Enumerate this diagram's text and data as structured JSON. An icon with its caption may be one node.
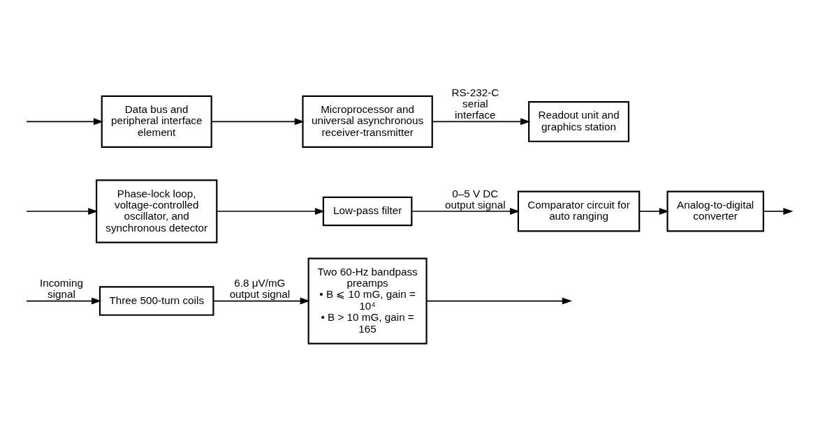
{
  "diagram": {
    "nodes": [
      {
        "text": [
          "Three 500-turn coils"
        ]
      },
      {
        "text": [
          "Two 60-Hz bandpass preamps",
          "• B ⩽ 10 mG, gain = 10⁴",
          "• B > 10 mG, gain = 165"
        ]
      },
      {
        "text": [
          "Phase-lock loop, voltage-controlled oscillator, and synchronous detector"
        ]
      },
      {
        "text": [
          "Low-pass filter"
        ]
      },
      {
        "text": [
          "Comparator circuit for auto ranging"
        ]
      },
      {
        "text": [
          "Analog-to-digital converter"
        ]
      },
      {
        "text": [
          "Data bus and peripheral interface element"
        ]
      },
      {
        "text": [
          "Microprocessor and universal asynchronous receiver-transmitter"
        ]
      },
      {
        "text": [
          "Readout unit and graphics station"
        ]
      }
    ],
    "edges": [
      {
        "from": null,
        "to": 0,
        "arrow": "to",
        "label": "Incoming signal"
      },
      {
        "from": 0,
        "to": 1,
        "arrow": "to",
        "label": "6.8 μV/mG output signal"
      },
      {
        "from": 1,
        "to": null,
        "arrow": "to"
      },
      {
        "from": null,
        "to": 2,
        "arrow": "to"
      },
      {
        "from": 2,
        "to": 3,
        "arrow": "to"
      },
      {
        "from": 3,
        "to": 4,
        "arrow": "to",
        "label": "0–5 V DC output signal"
      },
      {
        "from": 4,
        "to": 5,
        "arrow": "to"
      },
      {
        "from": 5,
        "to": null,
        "arrow": "to"
      },
      {
        "from": null,
        "to": 6,
        "arrow": "to"
      },
      {
        "from": 6,
        "to": 7,
        "arrow": "to"
      },
      {
        "from": 7,
        "to": 8,
        "arrow": "to",
        "label": "RS-232-C serial interface"
      }
    ]
  }
}
